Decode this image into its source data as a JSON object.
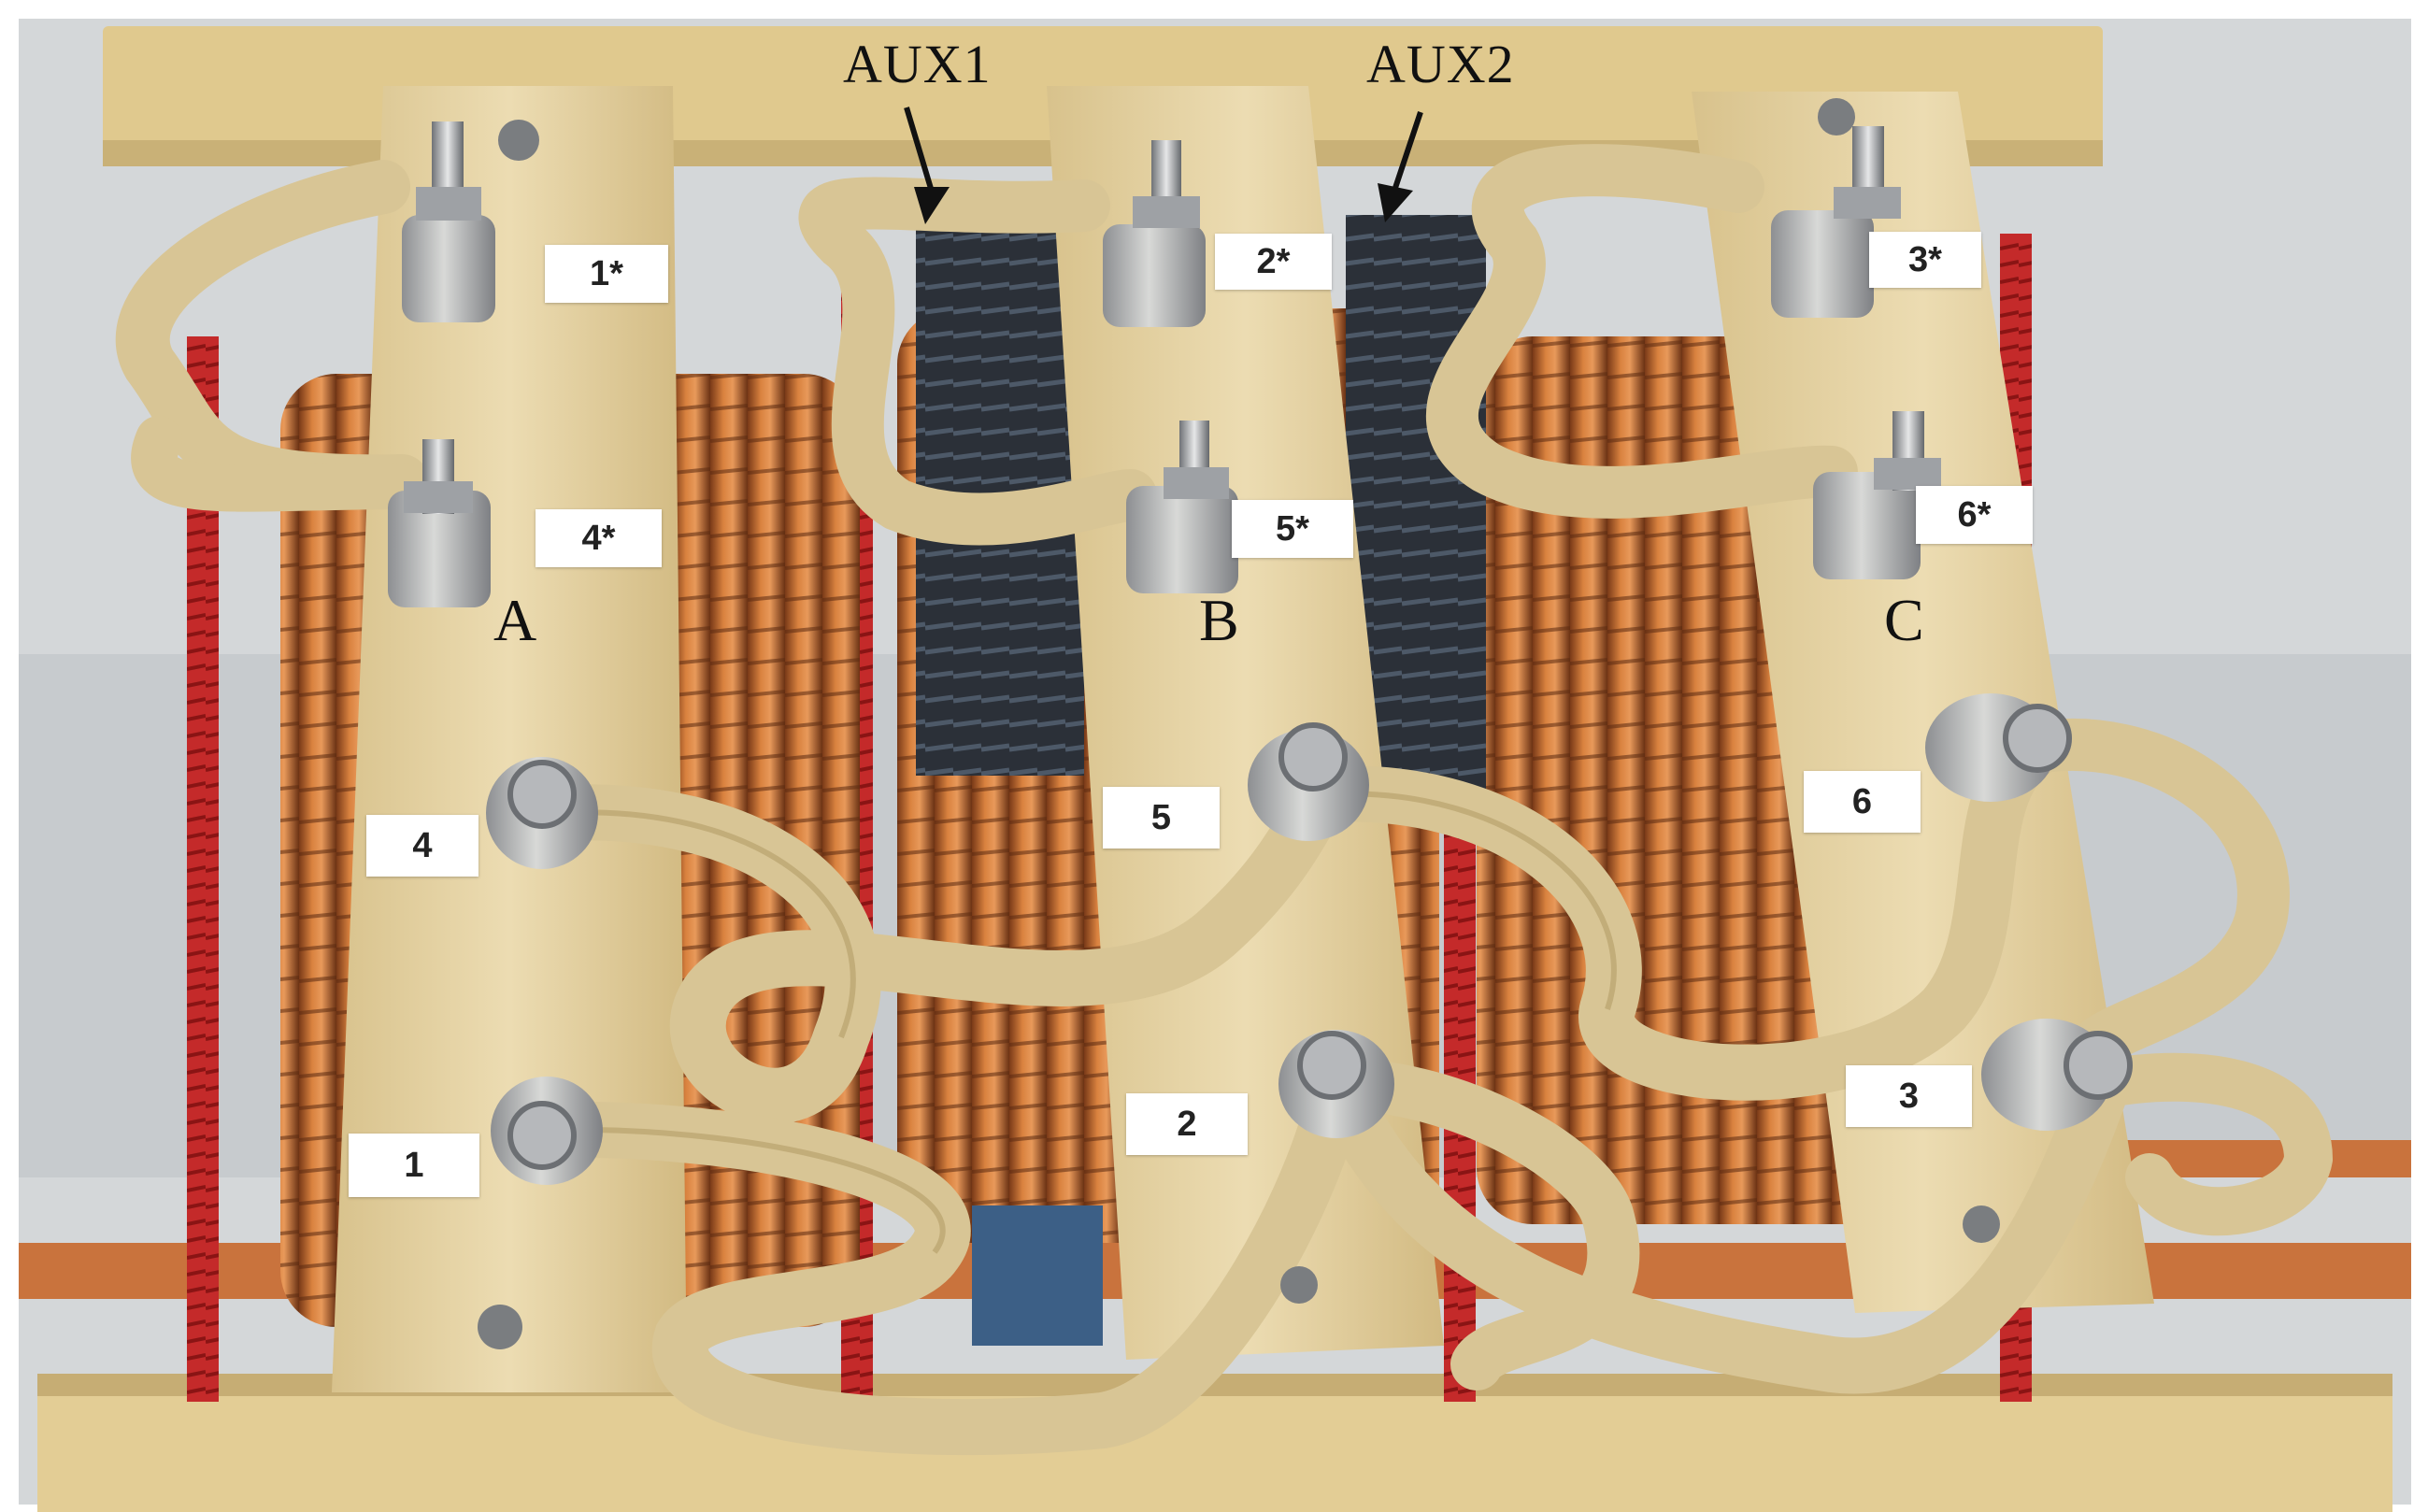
{
  "annotations": {
    "aux1": "AUX1",
    "aux2": "AUX2"
  },
  "phases": {
    "a": "A",
    "b": "B",
    "c": "C"
  },
  "terminal_labels": {
    "t1_star": "1*",
    "t2_star": "2*",
    "t3_star": "3*",
    "t4_star": "4*",
    "t5_star": "5*",
    "t6_star": "6*",
    "t1": "1",
    "t2": "2",
    "t3": "3",
    "t4": "4",
    "t5": "5",
    "t6": "6"
  },
  "colors": {
    "panel": "#e9d6a8",
    "frame": "#e2cc92",
    "copper": "#c8703a",
    "rod": "#c0282a",
    "cable": "#d9c69a",
    "wall": "#d6d9db"
  }
}
